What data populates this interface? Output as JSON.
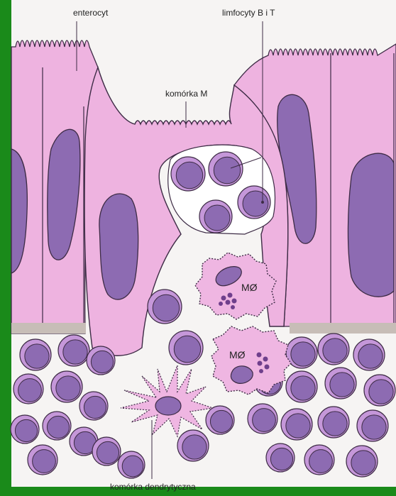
{
  "labels": {
    "enterocyte": "enterocyt",
    "lymphocytes": "limfocyty B i T",
    "m_cell": "komórka M",
    "macrophage_1": "MØ",
    "macrophage_2": "MØ",
    "dendritic_cell": "komórka dendrytyczna"
  },
  "colors": {
    "frame": "#1a8a1a",
    "background": "#f6f4f3",
    "cytoplasm": "#eeb3e0",
    "nucleus": "#8d6bb2",
    "cell_outline": "#3d2b45",
    "basement_membrane": "#c7bdb7",
    "lymphocyte_ring": "#c597d9",
    "macrophage": "#efb6e2",
    "granule": "#6f3f8c"
  }
}
